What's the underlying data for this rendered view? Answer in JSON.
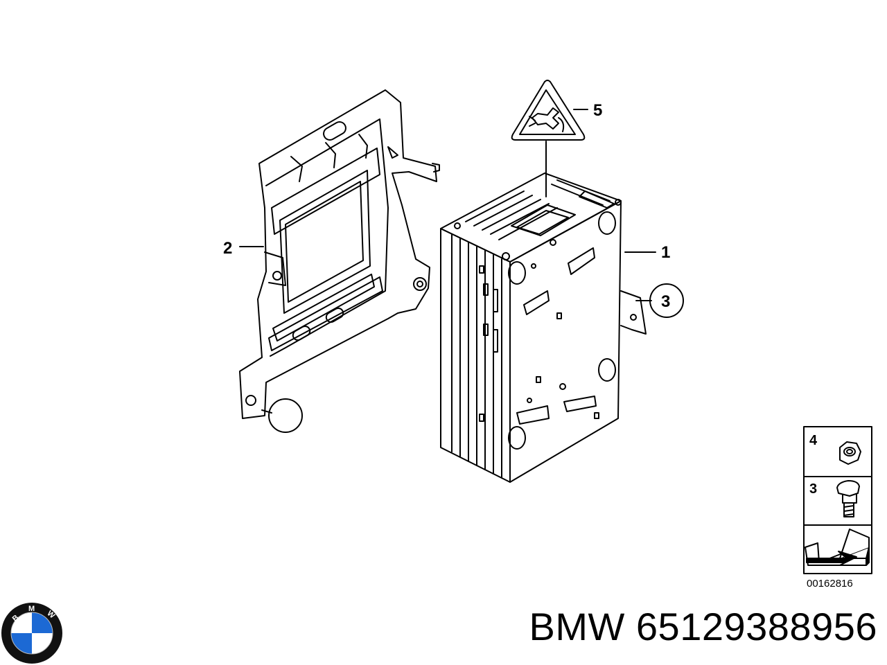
{
  "callouts": {
    "item1": "1",
    "item2": "2",
    "item3": "3",
    "item5": "5"
  },
  "legend": {
    "nut_label": "4",
    "bolt_label": "3",
    "diagram_id": "00162816"
  },
  "logo": {
    "letters": [
      "B",
      "M",
      "W"
    ],
    "colors": {
      "blue": "#1c69d4",
      "ring": "#111111",
      "white": "#ffffff"
    }
  },
  "caption": {
    "brand": "BMW",
    "part_number": "65129388956"
  }
}
